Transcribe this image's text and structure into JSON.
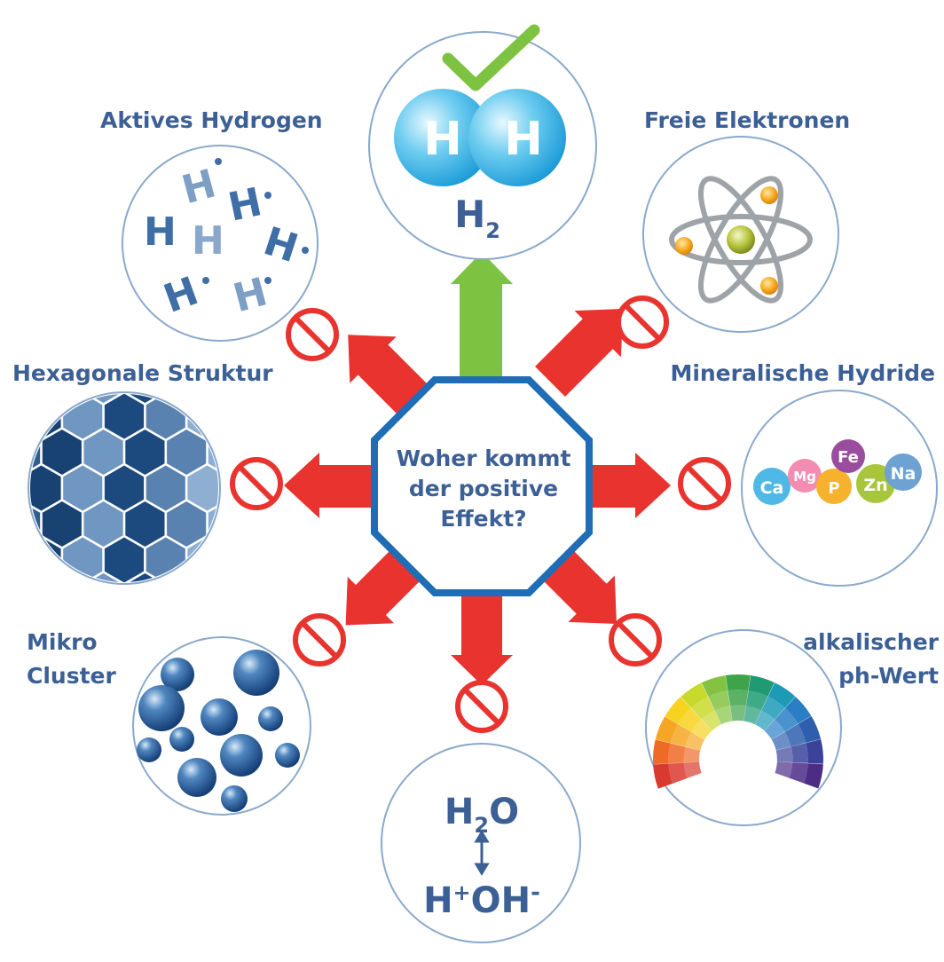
{
  "center": {
    "lines": [
      "Woher kommt",
      "der positive",
      "Effekt?"
    ]
  },
  "labels": {
    "aktives_hydrogen": "Aktives Hydrogen",
    "freie_elektronen": "Freie Elektronen",
    "hexagonale_struktur": "Hexagonale Struktur",
    "mineralische_hydride": "Mineralische Hydride",
    "mikro_line1": "Mikro",
    "mikro_line2": "Cluster",
    "alkalisch_line1": "alkalischer",
    "alkalisch_line2": "ph-Wert"
  },
  "h2": {
    "atom": "H",
    "formula": "H",
    "subscript": "2"
  },
  "aktives": {
    "glyphs": [
      "H",
      "H",
      "H",
      "H",
      "H",
      "H",
      "H"
    ]
  },
  "minerals": [
    "Ca",
    "Mg",
    "P",
    "Fe",
    "Zn",
    "Na"
  ],
  "water": {
    "h": "H",
    "sub": "2",
    "o": "O",
    "ion_h": "H",
    "ion_plus": "+",
    "ion_oh": "OH",
    "ion_minus": "-"
  },
  "colors": {
    "text_blue": "#3c6095",
    "octagon_stroke": "#1f6db5",
    "red_arrow": "#e8332e",
    "green_arrow": "#7dc240",
    "check": "#7dc240",
    "circle_stroke": "#8aa9cc"
  },
  "icons": {
    "check": "checkmark-icon",
    "no": "prohibition-icon",
    "atom": "atom-icon"
  }
}
